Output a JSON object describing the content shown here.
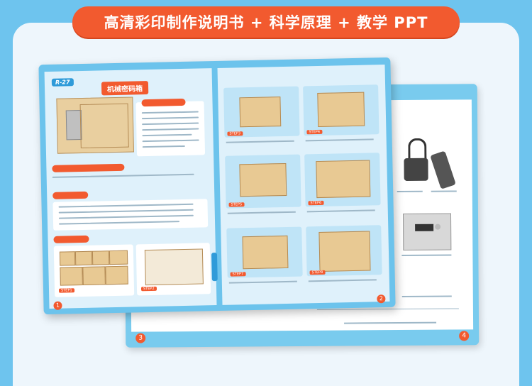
{
  "banner": {
    "title": "高清彩印制作说明书 + 科学原理 + 教学 PPT"
  },
  "front_sheet": {
    "code": "R-27",
    "title": "机械密码箱",
    "page_numbers": [
      "1",
      "2"
    ]
  },
  "back_sheet": {
    "page_numbers": [
      "3",
      "4"
    ]
  },
  "colors": {
    "background": "#6ec4ee",
    "banner": "#f25a2f",
    "accent": "#2f9bd9",
    "wood": "#e8c993"
  }
}
